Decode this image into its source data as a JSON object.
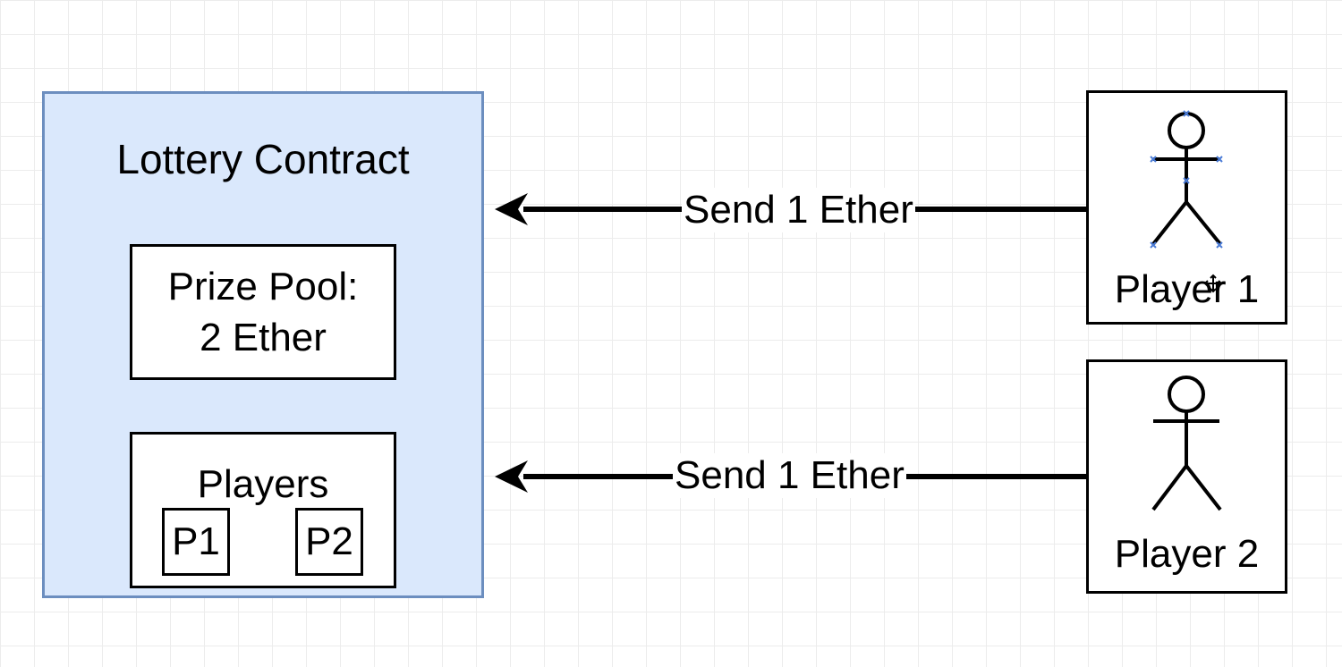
{
  "contract": {
    "title": "Lottery Contract",
    "prize_pool": {
      "line1": "Prize Pool:",
      "line2": "2 Ether"
    },
    "players": {
      "label": "Players",
      "items": [
        "P1",
        "P2"
      ]
    }
  },
  "actors": [
    {
      "label": "Player 1"
    },
    {
      "label": "Player 2"
    }
  ],
  "edges": [
    {
      "label": "Send 1 Ether"
    },
    {
      "label": "Send 1 Ether"
    }
  ],
  "colors": {
    "contract_fill": "#dae8fc",
    "contract_stroke": "#6c8ebf",
    "stroke": "#000000",
    "selection_handle": "#4a7bd6"
  }
}
